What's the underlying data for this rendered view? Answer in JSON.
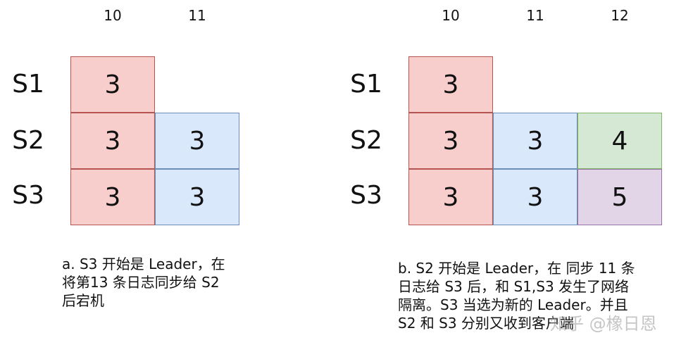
{
  "panel_a": {
    "columns": [
      "10",
      "11"
    ],
    "rows": [
      "S1",
      "S2",
      "S3"
    ],
    "cells": {
      "s1_10": "3",
      "s2_10": "3",
      "s2_11": "3",
      "s3_10": "3",
      "s3_11": "3"
    },
    "caption": "a. S3 开始是 Leader，在\n将第13 条日志同步给 S2\n后宕机"
  },
  "panel_b": {
    "columns": [
      "10",
      "11",
      "12"
    ],
    "rows": [
      "S1",
      "S2",
      "S3"
    ],
    "cells": {
      "s1_10": "3",
      "s2_10": "3",
      "s2_11": "3",
      "s2_12": "4",
      "s3_10": "3",
      "s3_11": "3",
      "s3_12": "5"
    },
    "caption": "b. S2 开始是 Leader，在 同步 11 条\n日志给 S3 后，和 S1,S3 发生了网络\n隔离。S3 当选为新的 Leader。并且\nS2 和 S3 分别又收到客户端"
  },
  "colors": {
    "red_fill": "#f8cecc",
    "red_border": "#b85450",
    "blue_fill": "#dae8fc",
    "blue_border": "#6c8ebf",
    "green_fill": "#d5e8d4",
    "green_border": "#82b366",
    "purple_fill": "#e1d5e7",
    "purple_border": "#9673a6"
  },
  "watermark": "知乎 @橡日恩"
}
